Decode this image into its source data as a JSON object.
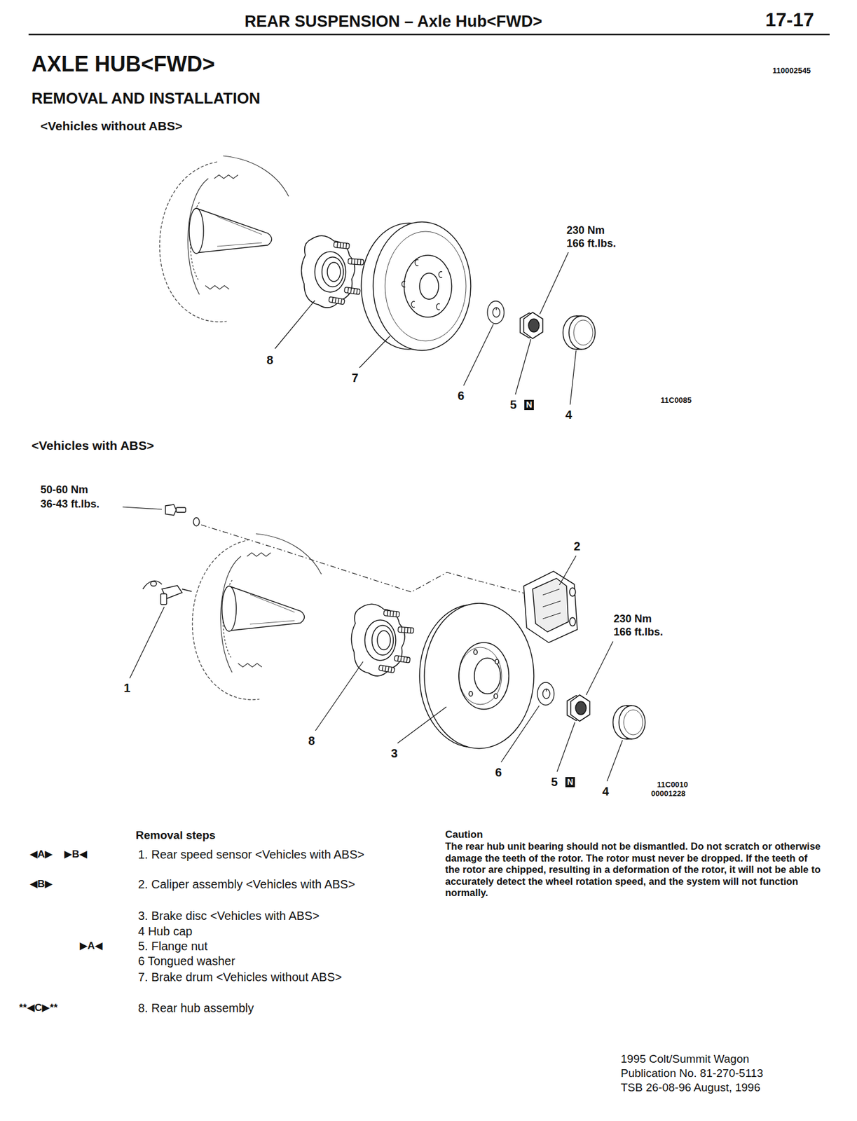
{
  "diagram": {
    "title": "AXLE HUB<FWD>",
    "labels": [
      "REAR SUSPENSION – Axle Hub<FWD>",
      "17-17",
      "110002545",
      "REMOVAL AND INSTALLATION",
      "<Vehicles without ABS>",
      "230 Nm",
      "166 ft.lbs.",
      "8",
      "7",
      "6",
      "5",
      "N",
      "4",
      "11C0085",
      "<Vehicles with ABS>",
      "50-60 Nm",
      "36-43 ft.lbs.",
      "2",
      "230 Nm",
      "166 ft.lbs.",
      "1",
      "8",
      "3",
      "6",
      "5",
      "N",
      "4",
      "11C0010",
      "00001228",
      "Removal steps",
      "◀A▶",
      "▶B◀",
      "1. Rear speed sensor <Vehicles with ABS>",
      "◀B▶",
      "2. Caliper assembly <Vehicles with ABS>",
      "3. Brake disc <Vehicles with ABS>",
      "4 Hub cap",
      "▶A◀",
      "5. Flange nut",
      "6 Tongued washer",
      "7. Brake drum <Vehicles without ABS>",
      "**◀C▶**",
      "8. Rear hub assembly",
      "Caution",
      "The rear hub unit bearing should not be dismantled. Do not scratch or otherwise damage the teeth of the rotor. The rotor must never be dropped. If the teeth of the rotor are chipped, resulting in a deformation of the rotor, it will not be able to accurately detect the wheel rotation speed, and the system will not function normally.",
      "1995 Colt/Summit Wagon",
      "Publication No. 81-270-5113",
      "TSB 26-08-96 August, 1996"
    ]
  }
}
